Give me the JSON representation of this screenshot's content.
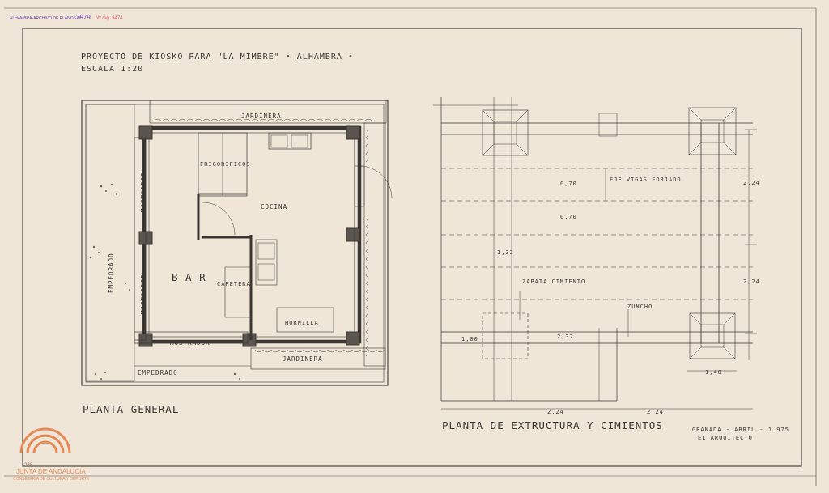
{
  "archive_stamp": {
    "prefix": "ALHAMBRA-ARCHIVO DE PLANOS Nº",
    "number": "2979",
    "extra": "Nº reg. 3474"
  },
  "title": {
    "line1": "PROYECTO DE KIOSKO PARA \"LA MIMBRE\" • ALHAMBRA •",
    "line2": "ESCALA 1:20"
  },
  "plan_general": {
    "caption": "PLANTA GENERAL",
    "labels": {
      "jardinera_top": "JARDINERA",
      "jardinera_bottom": "JARDINERA",
      "frigorificos": "FRIGORIFICOS",
      "cocina": "COCINA",
      "mostrador_top": "MOSTRADOR",
      "mostrador_mid": "MOSTRADOR",
      "mostrador_bottom": "MOSTRADOR",
      "bar": "B A R",
      "cafetera": "CAFETERA",
      "hornilla": "HORNILLA",
      "empedrado_left": "EMPEDRADO",
      "empedrado_bottom": "EMPEDRADO"
    }
  },
  "plan_estructura": {
    "caption": "PLANTA DE EXTRUCTURA Y CIMIENTOS",
    "labels": {
      "eje_vigas": "EJE VIGAS FORJADO",
      "zapata": "ZAPATA CIMIENTO",
      "zuncho": "ZUNCHO"
    },
    "dims": {
      "d070a": "0,70",
      "d070b": "0,70",
      "d132": "1,32",
      "d100": "1,00",
      "d232": "2,32",
      "d224_right_top": "2,24",
      "d224_right_mid": "2,24",
      "d140": "1,40",
      "d224_bottom_left": "2,24",
      "d224_bottom_right": "2,24"
    }
  },
  "signature": {
    "place_date": "GRANADA - ABRIL - 1.975",
    "role": "EL ARQUITECTO"
  },
  "logo": {
    "code": "228",
    "name": "JUNTA DE ANDALUCIA",
    "dept": "CONSEJERÍA DE CULTURA Y DEPORTE"
  },
  "colors": {
    "paper": "#efe6d8",
    "pencil": "#3a3632",
    "stamp_purple": "#6b3f9c",
    "stamp_red": "#d85a78",
    "logo_orange": "#e58a55"
  }
}
